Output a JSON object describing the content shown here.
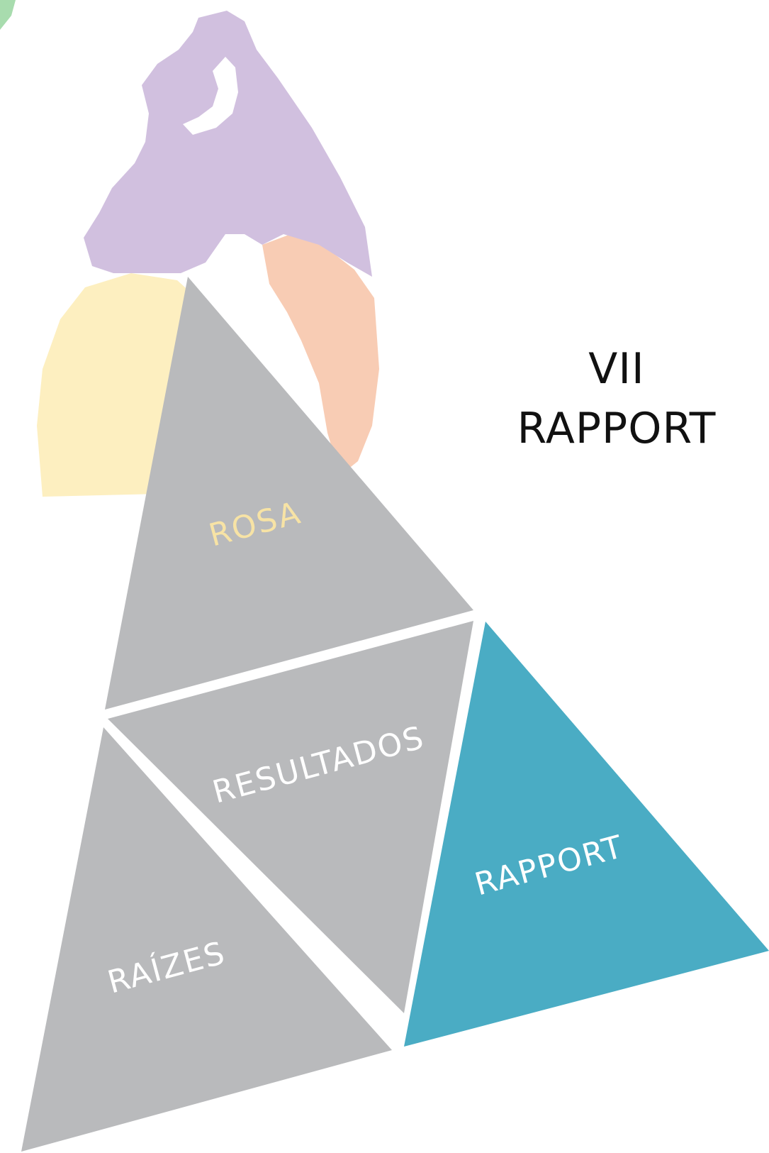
{
  "heading": {
    "numeral": "VII",
    "title": "RAPPORT"
  },
  "pyramid": {
    "sections": [
      {
        "id": "rosa",
        "label": "ROSA",
        "fill": "#b9babc",
        "label_color": "#f7e3a5"
      },
      {
        "id": "resultados",
        "label": "RESULTADOS",
        "fill": "#b9babc",
        "label_color": "#ffffff"
      },
      {
        "id": "raizes",
        "label": "RAÍZES",
        "fill": "#b9babc",
        "label_color": "#ffffff"
      },
      {
        "id": "rapport",
        "label": "RAPPORT",
        "fill": "#4aacc4",
        "label_color": "#ffffff"
      }
    ]
  },
  "background_colors": {
    "purple": "#d1c0df",
    "peach": "#f8ccb4",
    "yellow": "#fdefc0",
    "green": "#a8dcae"
  }
}
